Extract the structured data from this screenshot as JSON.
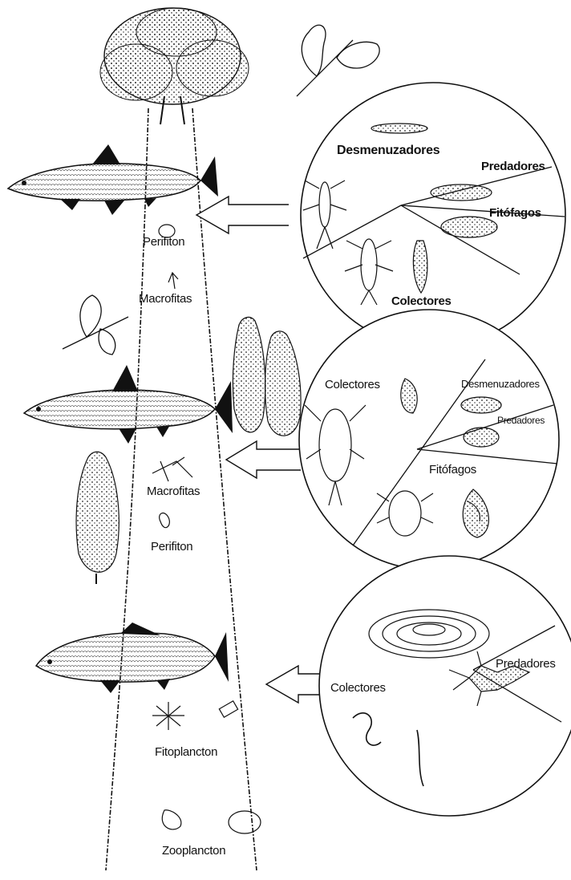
{
  "river": {
    "upper": {
      "resources": [
        "Perifiton",
        "Macrofitas"
      ],
      "groups": [
        "Desmenuzadores",
        "Predadores",
        "Fitófagos",
        "Colectores"
      ]
    },
    "middle": {
      "resources": [
        "Macrofitas",
        "Perifiton"
      ],
      "groups": [
        "Colectores",
        "Desmenuzadores",
        "Predadores",
        "Fitófagos"
      ]
    },
    "lower": {
      "resources": [
        "Fitoplancton",
        "Zooplancton"
      ],
      "groups": [
        "Colectores",
        "Predadores"
      ]
    }
  },
  "icons": [
    "oak-tree-icon",
    "oak-leaf-branch-icon",
    "birch-leaf-branch-icon",
    "poplar-tree-icon",
    "trout-icon",
    "minnow-icon",
    "carp-icon",
    "insect-larva-icon",
    "snail-icon",
    "beetle-icon",
    "mussel-icon",
    "worm-icon",
    "plankton-icon"
  ],
  "colors": {
    "ink": "#111111",
    "paper": "#ffffff"
  }
}
